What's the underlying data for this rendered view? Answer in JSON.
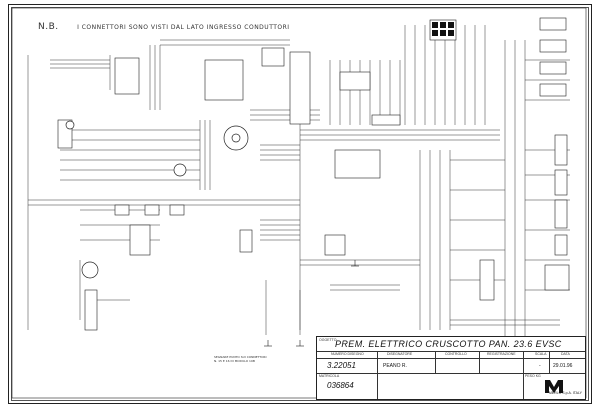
{
  "sheet": {
    "note_prefix": "N.B.",
    "note_text": "I CONNETTORI SONO VISTI DAL LATO INGRESSO CONDUTTORI"
  },
  "title_block": {
    "oggetto_label": "OGGETTO",
    "title": "PREM. ELETTRICO CRUSCOTTO PAN. 23.6 EVSC",
    "col_numero_label": "NUMERO DISEGNO",
    "col_disegnatore_label": "DISEGNATORE",
    "col_controllo_label": "CONTROLLO",
    "col_registrazione_label": "REGISTRAZIONE",
    "col_scala_label": "SCALA",
    "col_data_label": "DATA",
    "numero_disegno": "3.22051",
    "disegnatore": "PEANO R.",
    "scala_value": "-",
    "data_value": "29.01.96",
    "matricola_label": "MATRICOLA",
    "matricola": "036864",
    "peso_label": "PESO KG",
    "logo_text": "MERLO S.p.A. ITALY"
  },
  "bottom_note": {
    "line1": "SEGNARE PUNTO SUI CONNETTORI",
    "line2": "N. 15 E 16 DI MODULO 19B"
  }
}
